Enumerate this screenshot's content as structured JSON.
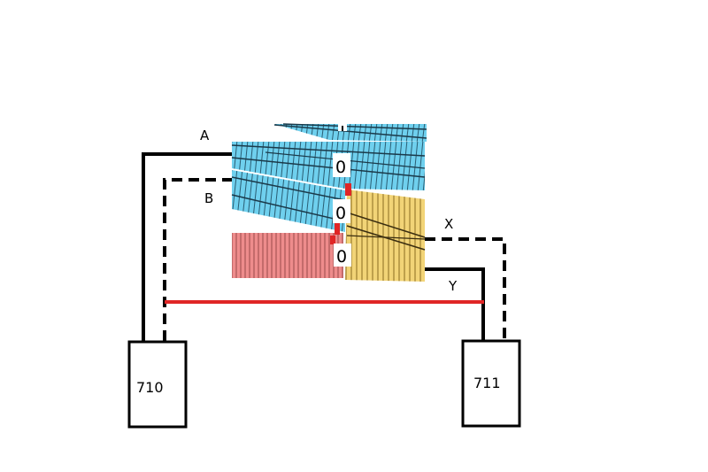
{
  "wire_labels": {
    "a": "A",
    "b": "B",
    "x": "X",
    "y": "Y"
  },
  "boxes": {
    "left": "710",
    "right": "711"
  },
  "indicators": {
    "top": "0",
    "middle": "0",
    "bottom": "0"
  },
  "colors": {
    "track_blue": "#6FD0EE",
    "track_yellow": "#F2D477",
    "track_red": "#EE8C8C",
    "wire": "#000000",
    "common_wire": "#E02626",
    "gap_marker": "#E02626"
  }
}
